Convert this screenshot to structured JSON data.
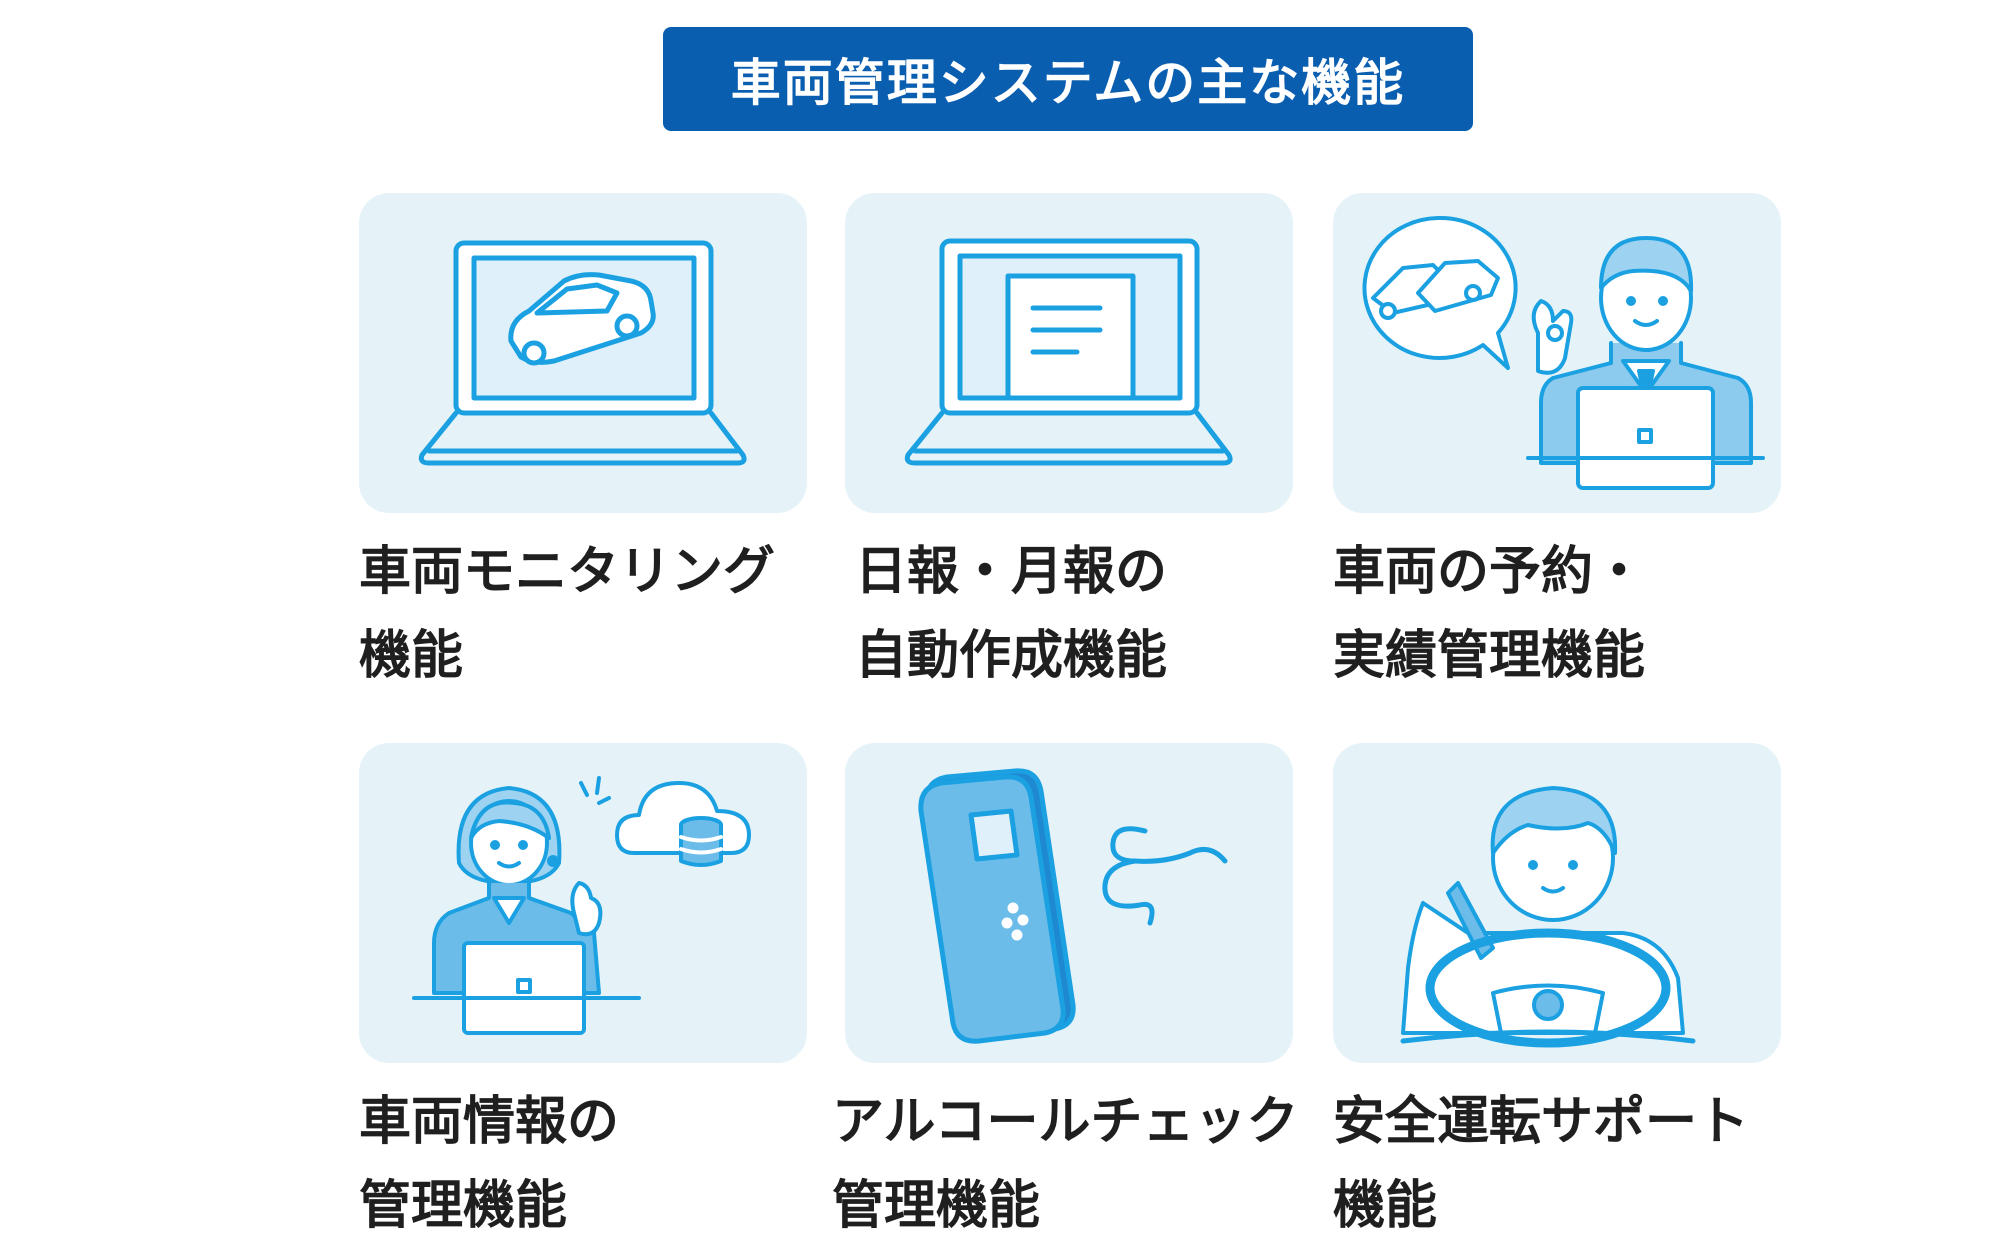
{
  "title": "車両管理システムの主な機能",
  "colors": {
    "banner": "#0a5eb0",
    "card_bg": "#e5f3f9",
    "illustration_stroke": "#1ba1e2",
    "illustration_fill": "#6cbcea",
    "label_text": "#1f1f1f"
  },
  "features": [
    {
      "line1": "車両モニタリング",
      "line2": "機能",
      "icon": "laptop-car-icon"
    },
    {
      "line1": "日報・月報の",
      "line2": "自動作成機能",
      "icon": "laptop-document-icon"
    },
    {
      "line1": "車両の予約・",
      "line2": "実績管理機能",
      "icon": "businessman-ok-cars-icon"
    },
    {
      "line1": "車両情報の",
      "line2": "管理機能",
      "icon": "woman-cloud-database-icon"
    },
    {
      "line1": "アルコールチェック",
      "line2": "管理機能",
      "icon": "breathalyzer-icon"
    },
    {
      "line1": "安全運転サポート",
      "line2": "機能",
      "icon": "driver-steering-wheel-icon"
    }
  ]
}
